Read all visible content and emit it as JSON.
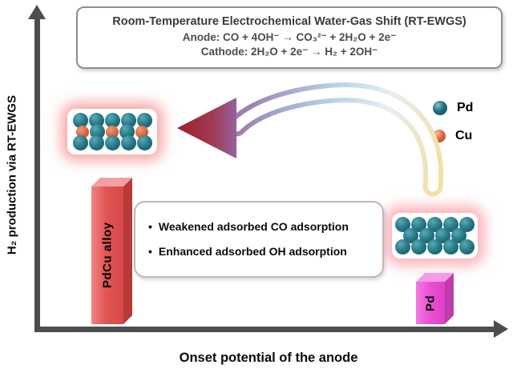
{
  "figure": {
    "type": "conceptual-plot",
    "x_axis_label": "Onset potential of the anode",
    "y_axis_label": "H₂ production via RT-EWGS"
  },
  "reaction_box": {
    "title": "Room-Temperature Electrochemical Water-Gas Shift (RT-EWGS)",
    "anode": "Anode: CO + 4OH⁻ → CO₃²⁻ + 2H₂O + 2e⁻",
    "cathode": "Cathode: 2H₂O + 2e⁻ → H₂ + 2OH⁻"
  },
  "legend": {
    "items": [
      {
        "label": "Pd",
        "color": "#1e6d7e"
      },
      {
        "label": "Cu",
        "color": "#de6a3d"
      }
    ]
  },
  "callout": {
    "bullet": "•",
    "bullets": [
      "Weakened adsorbed CO adsorption",
      "Enhanced adsorbed OH adsorption"
    ]
  },
  "bars": [
    {
      "label": "PdCu alloy",
      "color": "#e25555",
      "h2_production": "high",
      "onset_potential": "low"
    },
    {
      "label": "Pd",
      "color": "#ea4fd2",
      "h2_production": "low",
      "onset_potential": "high"
    }
  ],
  "crystals": {
    "pdcu": {
      "name": "PdCu alloy lattice",
      "rows": [
        [
          "Pd",
          "Pd",
          "Pd",
          "Pd",
          "Pd"
        ],
        [
          "Cu",
          "Pd",
          "Cu",
          "Pd",
          "Cu"
        ],
        [
          "Pd",
          "Pd",
          "Pd",
          "Pd",
          "Pd"
        ]
      ]
    },
    "pd": {
      "name": "Pd lattice",
      "rows": [
        [
          "Pd",
          "Pd",
          "Pd",
          "Pd",
          "Pd"
        ],
        [
          "Pd",
          "Pd",
          "Pd",
          "Pd"
        ],
        [
          "Pd",
          "Pd",
          "Pd",
          "Pd",
          "Pd"
        ]
      ]
    }
  },
  "colors": {
    "pd_atom": "#1e6d7e",
    "cu_atom": "#de6a3d",
    "axis": "#4d4d4d",
    "crystal_glow": "#f06e6e",
    "arrow_head": "#9c2433",
    "arrow_tail": "#f1e0a8"
  }
}
